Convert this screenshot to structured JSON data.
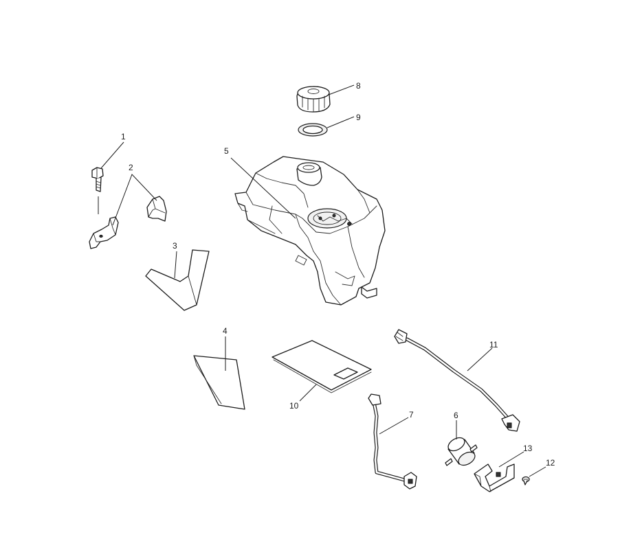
{
  "callouts": {
    "c1": "1",
    "c2": "2",
    "c3": "3",
    "c4": "4",
    "c5": "5",
    "c6": "6",
    "c7": "7",
    "c8": "8",
    "c9": "9",
    "c10": "10",
    "c11": "11",
    "c12": "12",
    "c13": "13"
  },
  "colors": {
    "line": "#1a1a1a",
    "fill": "#ffffff",
    "shade": "#d9d9d9",
    "background": "#ffffff"
  }
}
